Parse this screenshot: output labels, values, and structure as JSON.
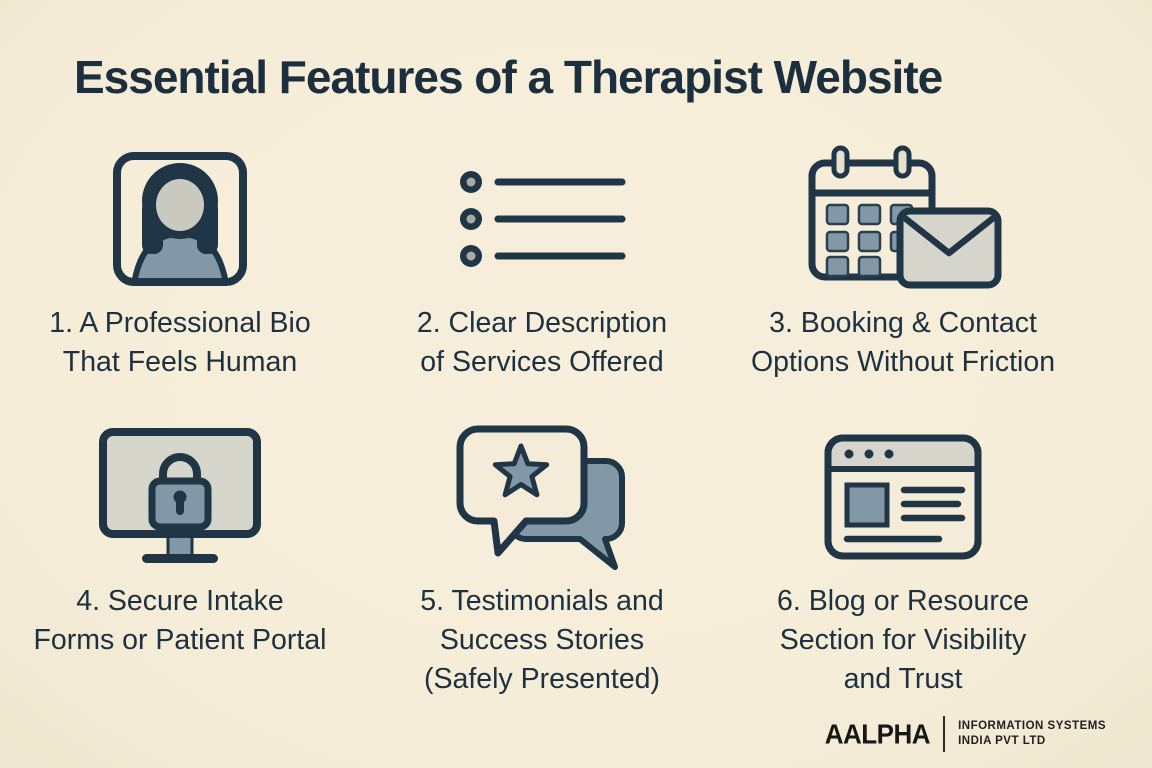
{
  "title": "Essential Features of a Therapist Website",
  "features": [
    {
      "icon": "person-avatar-icon",
      "label": "1. A Professional Bio\nThat Feels Human"
    },
    {
      "icon": "bullet-list-icon",
      "label": "2. Clear Description\nof Services Offered"
    },
    {
      "icon": "calendar-envelope-icon",
      "label": "3. Booking & Contact\nOptions Without Friction"
    },
    {
      "icon": "monitor-lock-icon",
      "label": "4. Secure Intake\nForms or Patient Portal"
    },
    {
      "icon": "chat-bubbles-star-icon",
      "label": "5. Testimonials and\nSuccess Stories\n(Safely Presented)"
    },
    {
      "icon": "browser-blog-icon",
      "label": "6. Blog or Resource\nSection for Visibility\nand Trust"
    }
  ],
  "footer": {
    "brand": "AALPHA",
    "tagline_line1": "INFORMATION SYSTEMS",
    "tagline_line2": "INDIA PVT LTD"
  },
  "colors": {
    "background": "#f5edd8",
    "ink_navy": "#203546",
    "blue_gray": "#8398a7",
    "light_gray": "#d5d5cb",
    "footer_black": "#171717"
  }
}
